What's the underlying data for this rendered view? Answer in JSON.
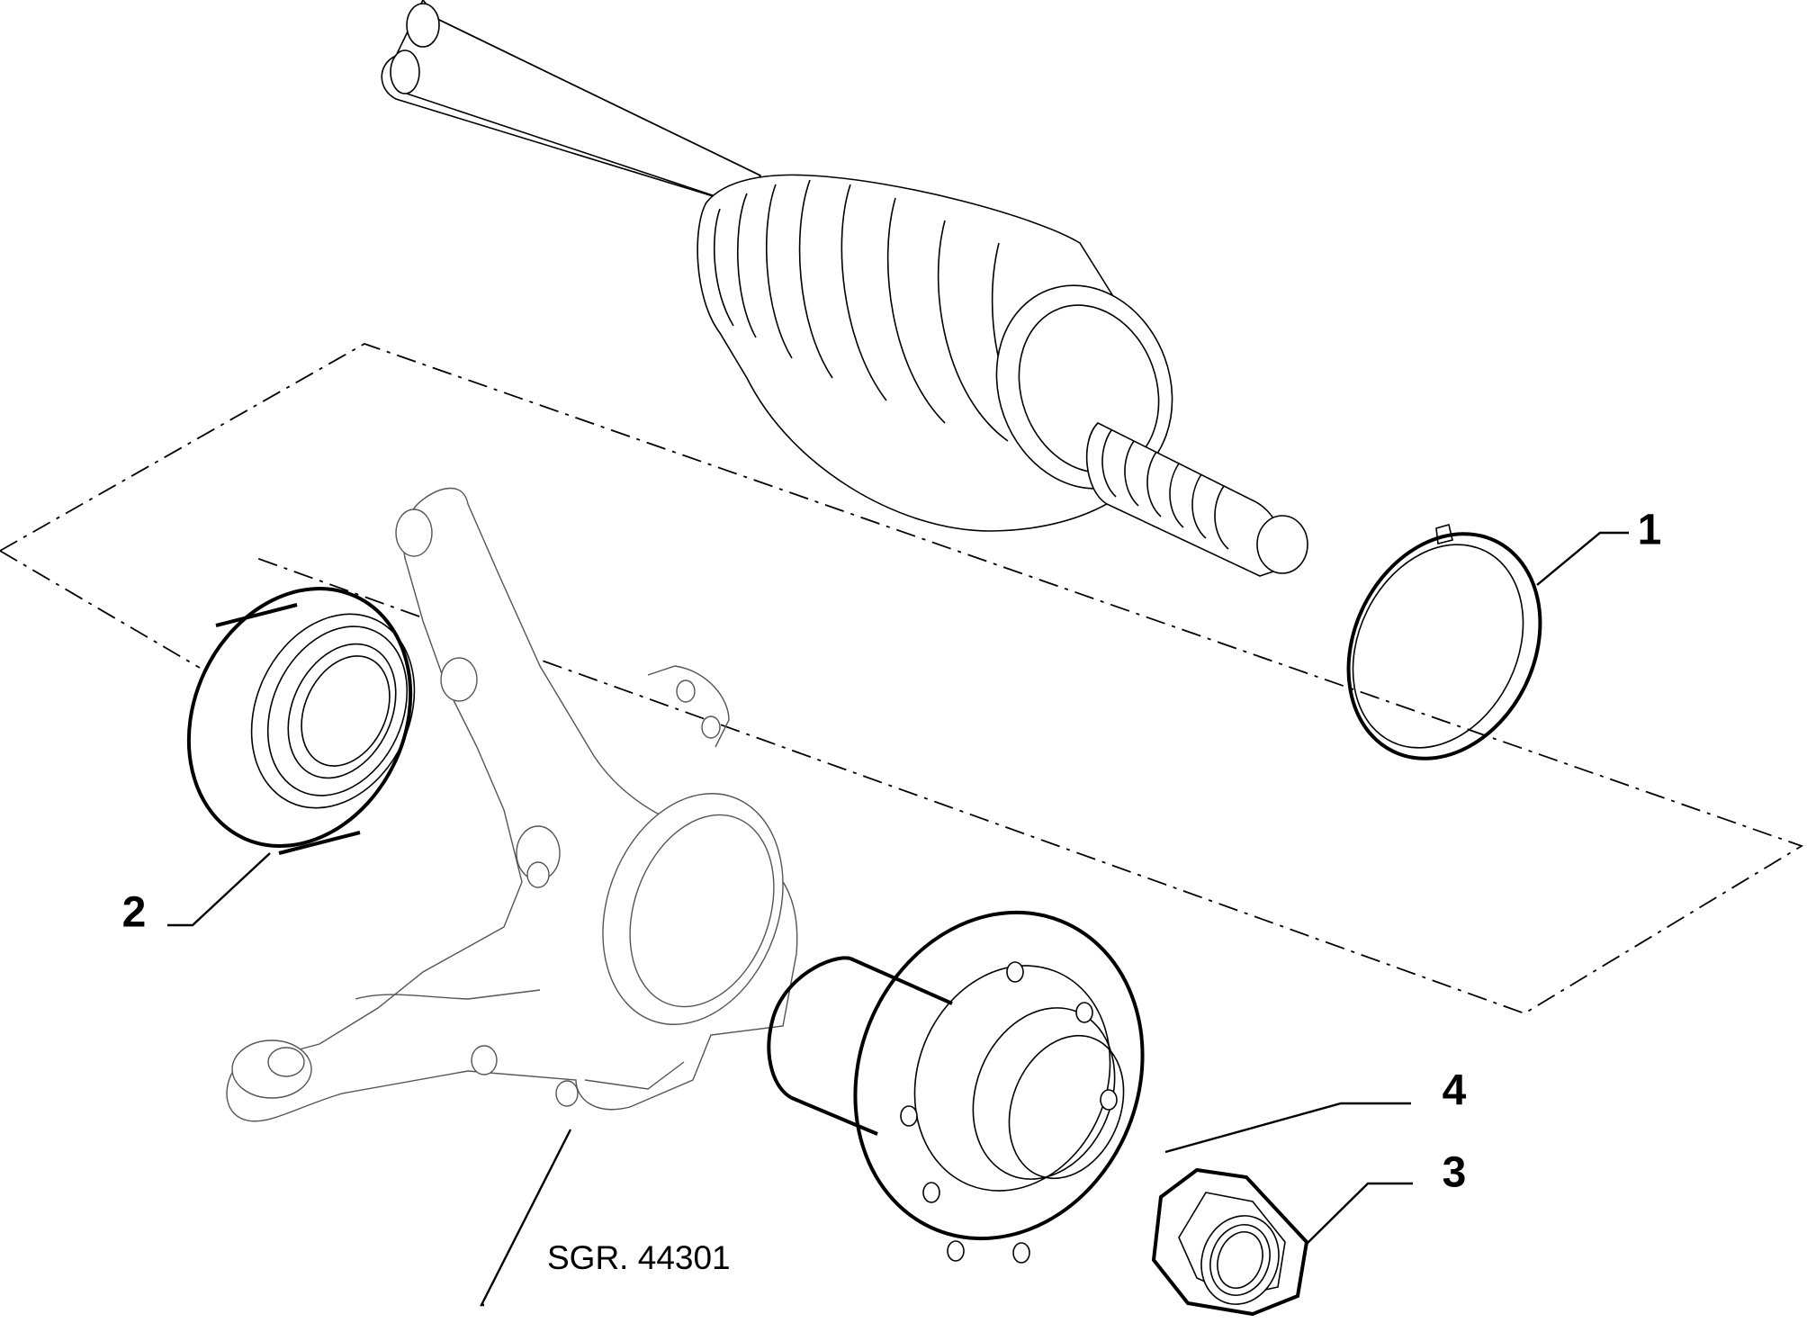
{
  "diagram": {
    "callouts": [
      {
        "id": "1",
        "text": "1"
      },
      {
        "id": "2",
        "text": "2"
      },
      {
        "id": "3",
        "text": "3"
      },
      {
        "id": "4",
        "text": "4"
      }
    ],
    "reference": "SGR. 44301"
  }
}
